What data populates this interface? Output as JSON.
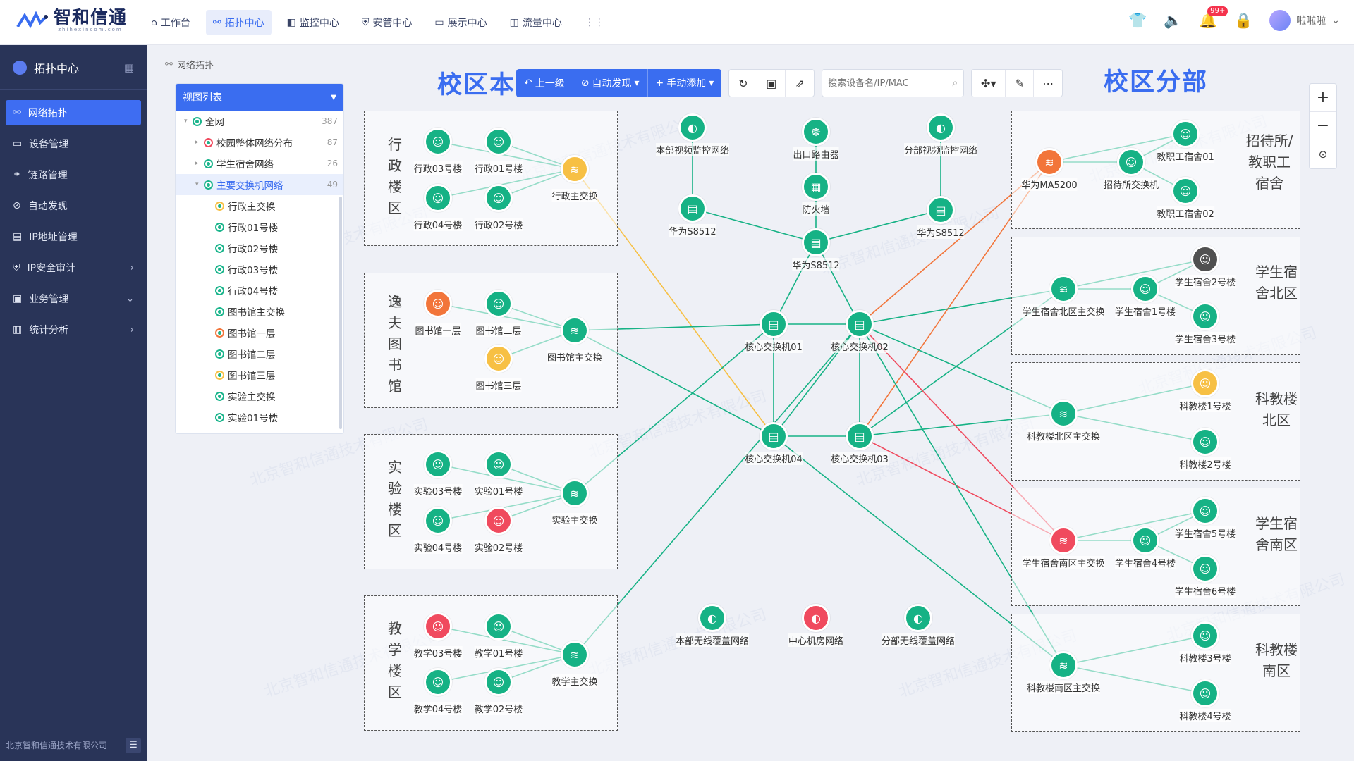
{
  "app": {
    "brand": "智和信通",
    "brand_sub": "zhihexincom.com"
  },
  "topnav": [
    {
      "label": "工作台",
      "icon": "home-icon"
    },
    {
      "label": "拓扑中心",
      "icon": "topology-icon",
      "active": true
    },
    {
      "label": "监控中心",
      "icon": "monitor-icon"
    },
    {
      "label": "安管中心",
      "icon": "shield-icon"
    },
    {
      "label": "展示中心",
      "icon": "display-icon"
    },
    {
      "label": "流量中心",
      "icon": "traffic-icon"
    }
  ],
  "header": {
    "notification_badge": "99+",
    "user_name": "啦啦啦"
  },
  "sidebar": {
    "title": "拓扑中心",
    "items": [
      {
        "label": "网络拓扑",
        "active": true
      },
      {
        "label": "设备管理"
      },
      {
        "label": "链路管理"
      },
      {
        "label": "自动发现"
      },
      {
        "label": "IP地址管理"
      },
      {
        "label": "IP安全审计",
        "arrow": "›"
      },
      {
        "label": "业务管理",
        "arrow": "⌄"
      },
      {
        "label": "统计分析",
        "arrow": "›"
      }
    ],
    "footer": "北京智和信通技术有限公司"
  },
  "breadcrumb": "网络拓扑",
  "tree": {
    "title": "视图列表",
    "rows": [
      {
        "label": "全网",
        "count": "387",
        "level": 0,
        "caret": "▾"
      },
      {
        "label": "校园整体网络分布",
        "count": "87",
        "level": 1,
        "caret": "▸",
        "status": "#f04a5e"
      },
      {
        "label": "学生宿舍网络",
        "count": "26",
        "level": 1,
        "caret": "▸"
      },
      {
        "label": "主要交换机网络",
        "count": "49",
        "level": 1,
        "caret": "▾",
        "selected": true
      },
      {
        "label": "行政主交换",
        "level": 2,
        "status": "#f7c044"
      },
      {
        "label": "行政01号楼",
        "level": 2
      },
      {
        "label": "行政02号楼",
        "level": 2
      },
      {
        "label": "行政03号楼",
        "level": 2
      },
      {
        "label": "行政04号楼",
        "level": 2
      },
      {
        "label": "图书馆主交换",
        "level": 2
      },
      {
        "label": "图书馆一层",
        "level": 2,
        "status": "#f2753a"
      },
      {
        "label": "图书馆二层",
        "level": 2
      },
      {
        "label": "图书馆三层",
        "level": 2,
        "status": "#f7c044"
      },
      {
        "label": "实验主交换",
        "level": 2
      },
      {
        "label": "实验01号楼",
        "level": 2
      }
    ]
  },
  "toolbar": {
    "up_label": "上一级",
    "auto_label": "自动发现",
    "manual_label": "手动添加",
    "search_placeholder": "搜索设备名/IP/MAC"
  },
  "zoom": {
    "in": "+",
    "out": "−",
    "fit": "⊙"
  },
  "big_labels": {
    "main": "校区本部",
    "branch": "校区分部"
  },
  "watermark": "北京智和信通技术有限公司",
  "zones": [
    {
      "id": "admin",
      "label": "行政楼区"
    },
    {
      "id": "lib",
      "label": "逸夫图书馆"
    },
    {
      "id": "lab",
      "label": "实验楼区"
    },
    {
      "id": "teach",
      "label": "教学楼区"
    },
    {
      "id": "staff",
      "label": "招待所/教职工宿舍"
    },
    {
      "id": "dormN",
      "label": "学生宿舍北区"
    },
    {
      "id": "sciN",
      "label": "科教楼北区"
    },
    {
      "id": "dormS",
      "label": "学生宿舍南区"
    },
    {
      "id": "sciS",
      "label": "科教楼南区"
    }
  ],
  "nodes": [
    {
      "id": "a3",
      "label": "行政03号楼",
      "status": "g",
      "icon": "terminal-icon"
    },
    {
      "id": "a1",
      "label": "行政01号楼",
      "status": "g",
      "icon": "terminal-icon"
    },
    {
      "id": "a4",
      "label": "行政04号楼",
      "status": "g",
      "icon": "terminal-icon"
    },
    {
      "id": "a2",
      "label": "行政02号楼",
      "status": "g",
      "icon": "terminal-icon"
    },
    {
      "id": "asw",
      "label": "行政主交换",
      "status": "y",
      "icon": "switch-icon"
    },
    {
      "id": "l1",
      "label": "图书馆一层",
      "status": "o",
      "icon": "terminal-icon"
    },
    {
      "id": "l2",
      "label": "图书馆二层",
      "status": "g",
      "icon": "terminal-icon"
    },
    {
      "id": "l3",
      "label": "图书馆三层",
      "status": "y",
      "icon": "terminal-icon"
    },
    {
      "id": "lsw",
      "label": "图书馆主交换",
      "status": "g",
      "icon": "switch-icon"
    },
    {
      "id": "e3",
      "label": "实验03号楼",
      "status": "g",
      "icon": "terminal-icon"
    },
    {
      "id": "e1",
      "label": "实验01号楼",
      "status": "g",
      "icon": "terminal-icon"
    },
    {
      "id": "e4",
      "label": "实验04号楼",
      "status": "g",
      "icon": "terminal-icon"
    },
    {
      "id": "e2",
      "label": "实验02号楼",
      "status": "r",
      "icon": "terminal-icon"
    },
    {
      "id": "esw",
      "label": "实验主交换",
      "status": "g",
      "icon": "switch-icon"
    },
    {
      "id": "t3",
      "label": "教学03号楼",
      "status": "r",
      "icon": "terminal-icon"
    },
    {
      "id": "t1",
      "label": "教学01号楼",
      "status": "g",
      "icon": "terminal-icon"
    },
    {
      "id": "t4",
      "label": "教学04号楼",
      "status": "g",
      "icon": "terminal-icon"
    },
    {
      "id": "t2",
      "label": "教学02号楼",
      "status": "g",
      "icon": "terminal-icon"
    },
    {
      "id": "tsw",
      "label": "教学主交换",
      "status": "g",
      "icon": "switch-icon"
    },
    {
      "id": "vid1",
      "label": "本部视频监控网络",
      "status": "g",
      "icon": "cloud-icon"
    },
    {
      "id": "exit",
      "label": "出口路由器",
      "status": "g",
      "icon": "router-icon"
    },
    {
      "id": "vid2",
      "label": "分部视频监控网络",
      "status": "g",
      "icon": "cloud-icon"
    },
    {
      "id": "fw",
      "label": "防火墙",
      "status": "g",
      "icon": "firewall-icon"
    },
    {
      "id": "hw1",
      "label": "华为S8512",
      "status": "g",
      "icon": "server-icon"
    },
    {
      "id": "hwc",
      "label": "华为S8512",
      "status": "g",
      "icon": "server-icon"
    },
    {
      "id": "hw2",
      "label": "华为S8512",
      "status": "g",
      "icon": "server-icon"
    },
    {
      "id": "c1",
      "label": "核心交换机01",
      "status": "g",
      "icon": "server-icon"
    },
    {
      "id": "c2",
      "label": "核心交换机02",
      "status": "g",
      "icon": "server-icon"
    },
    {
      "id": "c4",
      "label": "核心交换机04",
      "status": "g",
      "icon": "server-icon"
    },
    {
      "id": "c3",
      "label": "核心交换机03",
      "status": "g",
      "icon": "server-icon"
    },
    {
      "id": "wl1",
      "label": "本部无线覆盖网络",
      "status": "g",
      "icon": "cloud-icon"
    },
    {
      "id": "dc",
      "label": "中心机房网络",
      "status": "r",
      "icon": "cloud-icon"
    },
    {
      "id": "wl2",
      "label": "分部无线覆盖网络",
      "status": "g",
      "icon": "cloud-icon"
    },
    {
      "id": "ma",
      "label": "华为MA5200",
      "status": "o",
      "icon": "switch-icon"
    },
    {
      "id": "zsw",
      "label": "招待所交换机",
      "status": "g",
      "icon": "terminal-icon"
    },
    {
      "id": "st1",
      "label": "教职工宿舍01",
      "status": "g",
      "icon": "terminal-icon"
    },
    {
      "id": "st2",
      "label": "教职工宿舍02",
      "status": "g",
      "icon": "terminal-icon"
    },
    {
      "id": "dn",
      "label": "学生宿舍北区主交换",
      "status": "g",
      "icon": "switch-icon"
    },
    {
      "id": "d1",
      "label": "学生宿舍1号楼",
      "status": "g",
      "icon": "terminal-icon"
    },
    {
      "id": "d2",
      "label": "学生宿舍2号楼",
      "status": "k",
      "icon": "terminal-icon"
    },
    {
      "id": "d3",
      "label": "学生宿舍3号楼",
      "status": "g",
      "icon": "terminal-icon"
    },
    {
      "id": "sn",
      "label": "科教楼北区主交换",
      "status": "g",
      "icon": "switch-icon"
    },
    {
      "id": "s1",
      "label": "科教楼1号楼",
      "status": "y",
      "icon": "terminal-icon"
    },
    {
      "id": "s2",
      "label": "科教楼2号楼",
      "status": "g",
      "icon": "terminal-icon"
    },
    {
      "id": "ds",
      "label": "学生宿舍南区主交换",
      "status": "r",
      "icon": "switch-icon"
    },
    {
      "id": "d4",
      "label": "学生宿舍4号楼",
      "status": "g",
      "icon": "terminal-icon"
    },
    {
      "id": "d5",
      "label": "学生宿舍5号楼",
      "status": "g",
      "icon": "terminal-icon"
    },
    {
      "id": "d6",
      "label": "学生宿舍6号楼",
      "status": "g",
      "icon": "terminal-icon"
    },
    {
      "id": "ss",
      "label": "科教楼南区主交换",
      "status": "g",
      "icon": "switch-icon"
    },
    {
      "id": "s3",
      "label": "科教楼3号楼",
      "status": "g",
      "icon": "terminal-icon"
    },
    {
      "id": "s4",
      "label": "科教楼4号楼",
      "status": "g",
      "icon": "terminal-icon"
    }
  ],
  "links": [
    [
      "a3",
      "asw",
      "g"
    ],
    [
      "a1",
      "asw",
      "g"
    ],
    [
      "a4",
      "asw",
      "g"
    ],
    [
      "a2",
      "asw",
      "g"
    ],
    [
      "l1",
      "lsw",
      "g"
    ],
    [
      "l2",
      "lsw",
      "g"
    ],
    [
      "l3",
      "lsw",
      "g"
    ],
    [
      "e3",
      "esw",
      "g"
    ],
    [
      "e1",
      "esw",
      "g"
    ],
    [
      "e4",
      "esw",
      "g"
    ],
    [
      "e2",
      "esw",
      "g"
    ],
    [
      "t3",
      "tsw",
      "g"
    ],
    [
      "t1",
      "tsw",
      "g"
    ],
    [
      "t4",
      "tsw",
      "g"
    ],
    [
      "t2",
      "tsw",
      "g"
    ],
    [
      "vid1",
      "hw1",
      "g"
    ],
    [
      "exit",
      "fw",
      "g"
    ],
    [
      "fw",
      "hwc",
      "g"
    ],
    [
      "vid2",
      "hw2",
      "g"
    ],
    [
      "hw1",
      "hwc",
      "g"
    ],
    [
      "hwc",
      "hw2",
      "g"
    ],
    [
      "hwc",
      "c1",
      "g"
    ],
    [
      "hwc",
      "c2",
      "g"
    ],
    [
      "c1",
      "c2",
      "g"
    ],
    [
      "c1",
      "c4",
      "g"
    ],
    [
      "c2",
      "c3",
      "g"
    ],
    [
      "c4",
      "c3",
      "g"
    ],
    [
      "c2",
      "c4",
      "g"
    ],
    [
      "asw",
      "c4",
      "y"
    ],
    [
      "lsw",
      "c1",
      "g"
    ],
    [
      "lsw",
      "c4",
      "g"
    ],
    [
      "esw",
      "c1",
      "g"
    ],
    [
      "tsw",
      "c2",
      "g"
    ],
    [
      "c2",
      "ma",
      "o"
    ],
    [
      "c3",
      "ma",
      "o"
    ],
    [
      "ma",
      "zsw",
      "g"
    ],
    [
      "ma",
      "st1",
      "g"
    ],
    [
      "zsw",
      "st1",
      "g"
    ],
    [
      "zsw",
      "st2",
      "g"
    ],
    [
      "c2",
      "dn",
      "g"
    ],
    [
      "c3",
      "dn",
      "g"
    ],
    [
      "dn",
      "d1",
      "g"
    ],
    [
      "dn",
      "d2",
      "g"
    ],
    [
      "d1",
      "d2",
      "g"
    ],
    [
      "d1",
      "d3",
      "g"
    ],
    [
      "c2",
      "sn",
      "g"
    ],
    [
      "c3",
      "sn",
      "g"
    ],
    [
      "sn",
      "s1",
      "g"
    ],
    [
      "sn",
      "s2",
      "g"
    ],
    [
      "c2",
      "ds",
      "r"
    ],
    [
      "c3",
      "ds",
      "r"
    ],
    [
      "ds",
      "d4",
      "g"
    ],
    [
      "ds",
      "d5",
      "g"
    ],
    [
      "d4",
      "d5",
      "g"
    ],
    [
      "d4",
      "d6",
      "g"
    ],
    [
      "c2",
      "ss",
      "g"
    ],
    [
      "c4",
      "ss",
      "g"
    ],
    [
      "ss",
      "s3",
      "g"
    ],
    [
      "ss",
      "s4",
      "g"
    ]
  ],
  "colors": {
    "g": "#16b285",
    "y": "#f7c044",
    "o": "#f2753a",
    "r": "#f04a5e",
    "k": "#505050",
    "accent": "#3a6df0"
  }
}
